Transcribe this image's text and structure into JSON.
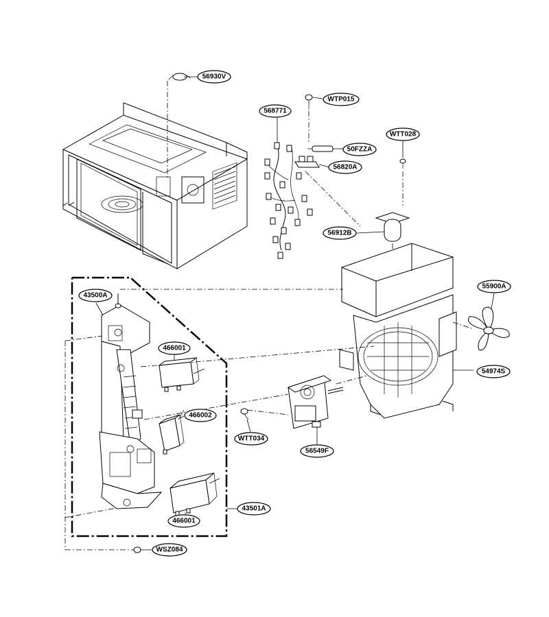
{
  "diagram": {
    "parts": [
      {
        "id": "56930V",
        "label": "56930V"
      },
      {
        "id": "WTP015",
        "label": "WTP015"
      },
      {
        "id": "568771",
        "label": "568771"
      },
      {
        "id": "WTT028",
        "label": "WTT028"
      },
      {
        "id": "50FZZA",
        "label": "50FZZA"
      },
      {
        "id": "56820A",
        "label": "56820A"
      },
      {
        "id": "56912B",
        "label": "56912B"
      },
      {
        "id": "55900A",
        "label": "55900A"
      },
      {
        "id": "54974S",
        "label": "54974S"
      },
      {
        "id": "43500A",
        "label": "43500A"
      },
      {
        "id": "466001a",
        "label": "466001"
      },
      {
        "id": "466002",
        "label": "466002"
      },
      {
        "id": "466001b",
        "label": "466001"
      },
      {
        "id": "43501A",
        "label": "43501A"
      },
      {
        "id": "WTT034",
        "label": "WTT034"
      },
      {
        "id": "56549F",
        "label": "56549F"
      },
      {
        "id": "WSZ084",
        "label": "WSZ084"
      }
    ]
  }
}
